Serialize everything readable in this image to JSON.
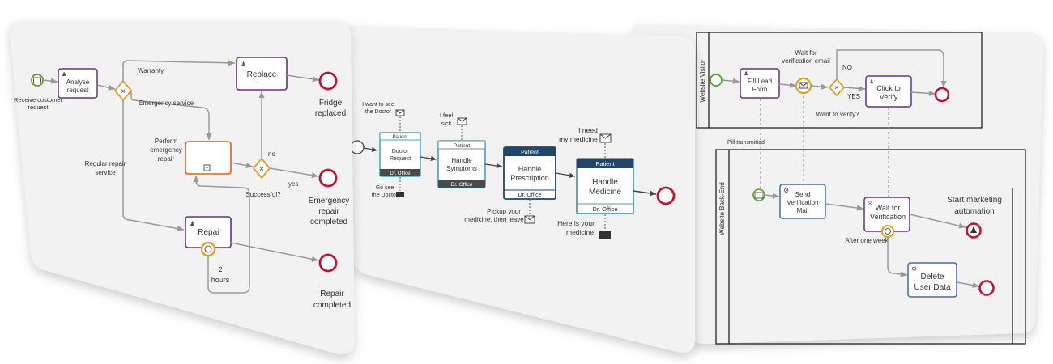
{
  "card1": {
    "start_label": [
      "Receive customer",
      "request"
    ],
    "analyse": [
      "Analyse",
      "request"
    ],
    "replace": "Replace",
    "warranty": "Warranty",
    "emergency_service": "Emergency service",
    "perform_emergency": [
      "Perform",
      "emergency",
      "repair"
    ],
    "regular_repair": [
      "Regular repair",
      "service"
    ],
    "repair": "Repair",
    "two_hours": [
      "2",
      "hours"
    ],
    "no": "no",
    "yes": "yes",
    "successful": "Successful?",
    "fridge_replaced": [
      "Fridge",
      "replaced"
    ],
    "emergency_completed": [
      "Emergency",
      "repair",
      "completed"
    ],
    "repair_completed": [
      "Repair",
      "completed"
    ]
  },
  "card2": {
    "want_see": [
      "I want to see",
      "the Doctor"
    ],
    "feel_sick": [
      "I feel",
      "sick"
    ],
    "need_medicine": [
      "I need",
      "my medicine"
    ],
    "patient": "Patient",
    "dr_office": "Dr. Office",
    "doctor_request": [
      "Doctor",
      "Request"
    ],
    "handle_symptoms": [
      "Handle",
      "Symptoms"
    ],
    "handle_prescription": [
      "Handle",
      "Prescription"
    ],
    "handle_medicine": [
      "Handle",
      "Medicine"
    ],
    "go_see": [
      "Go see",
      "the Doctor"
    ],
    "pickup": [
      "Pickup your",
      "medicine, then leave"
    ],
    "here_is": [
      "Here is your",
      "medicine"
    ]
  },
  "card3": {
    "lane_visitor": "Website Visitor",
    "lane_backend": "Website Back-End",
    "fill_lead": [
      "Fill Lead",
      "Form"
    ],
    "wait_email": [
      "Wait for",
      "verification email"
    ],
    "no": "NO",
    "yes": "YES",
    "want_verify": "Want to verify?",
    "click_verify": [
      "Click to",
      "Verify"
    ],
    "pill": "Pill transmitted",
    "send_mail": [
      "Send",
      "Verification",
      "Mail"
    ],
    "wait_verification": [
      "Wait for",
      "Verification"
    ],
    "after_week": "After one week",
    "start_marketing": [
      "Start marketing",
      "automation"
    ],
    "delete_user": [
      "Delete",
      "User Data"
    ]
  },
  "colors": {
    "card_bg": "#f2f2f3",
    "purple": "#6a2c8c",
    "red": "#c8102e",
    "green": "#5aa02c",
    "orange": "#e0a020",
    "teal": "#3fa3c6",
    "navy": "#21456b",
    "blue": "#3d6fa8",
    "dark": "#444444"
  }
}
